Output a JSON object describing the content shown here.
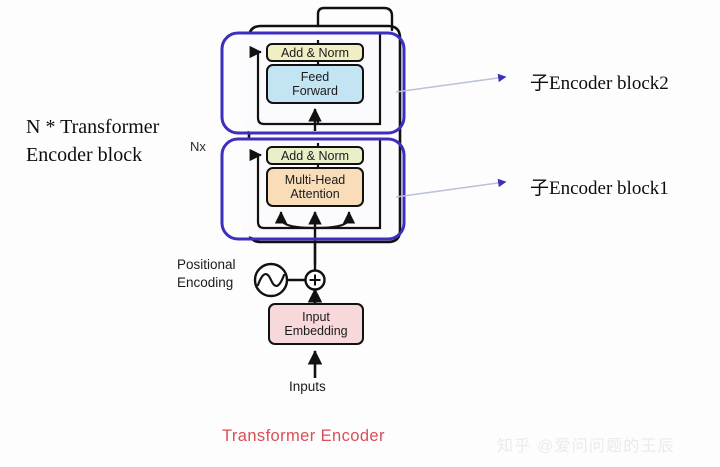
{
  "diagram": {
    "title": "Transformer  Encoder",
    "watermark": "知乎 @爱问问题的王辰",
    "side_note": "N * Transformer\nEncoder block",
    "repeat_marker": "Nx",
    "nodes": {
      "add_norm_top": "Add & Norm",
      "feed_forward": "Feed\nForward",
      "add_norm_bottom": "Add & Norm",
      "multi_head_attention": "Multi-Head\nAttention",
      "input_embedding": "Input\nEmbedding"
    },
    "labels": {
      "positional_encoding": "Positional\nEncoding",
      "inputs": "Inputs",
      "sub_block_2": "子Encoder block2",
      "sub_block_1": "子Encoder block1"
    },
    "colors": {
      "add_norm_top": "#f1eec4",
      "add_norm_bottom": "#e9f0c9",
      "feed_forward": "#c3e4f2",
      "multi_head_attention": "#f9ddb9",
      "input_embedding": "#f7d9dc",
      "highlight_outline": "#3d2fbe",
      "title_red": "#d94f57",
      "callout_arrow": "#3d2fbe",
      "stroke": "#111111"
    }
  }
}
